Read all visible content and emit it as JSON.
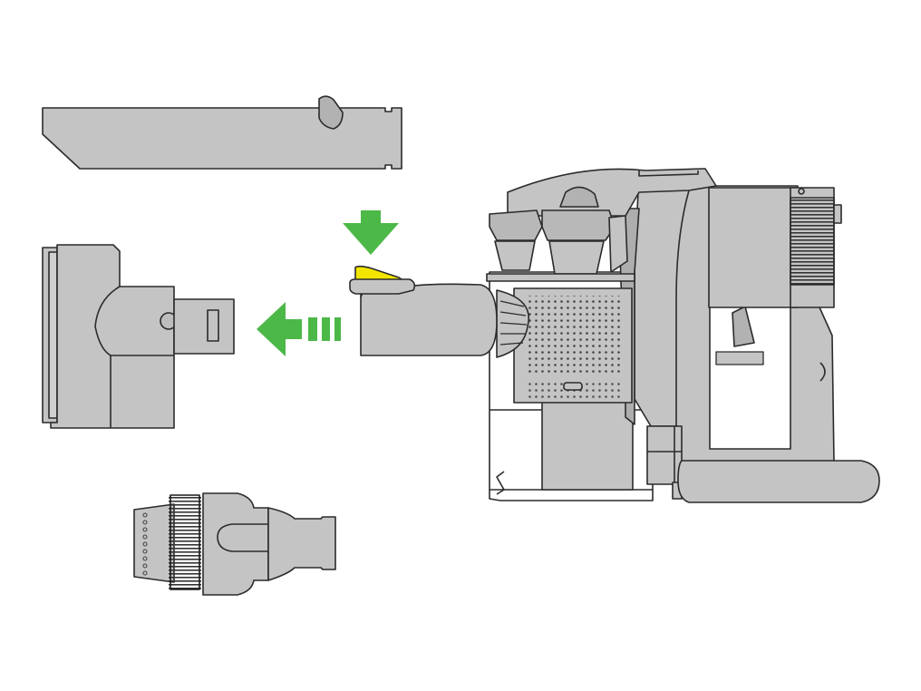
{
  "diagram": {
    "colors": {
      "background": "#ffffff",
      "part_fill": "#c4c4c4",
      "part_fill_dark": "#aeaeae",
      "outline": "#2b2b2b",
      "arrow": "#4cb848",
      "release_button": "#f2e600",
      "brush_bristles": "#1c1c1c"
    },
    "parts": [
      {
        "id": "crevice-tool",
        "icon": "crevice-tool-icon"
      },
      {
        "id": "mini-motorised-tool",
        "icon": "motor-head-icon"
      },
      {
        "id": "combination-brush-tool",
        "icon": "brush-tool-icon"
      },
      {
        "id": "handheld-vacuum",
        "icon": "vacuum-body-icon"
      },
      {
        "id": "release-catch",
        "icon": "release-button-icon",
        "color": "#f2e600"
      }
    ],
    "arrows": [
      {
        "id": "press-down",
        "direction": "down",
        "icon": "arrow-down-icon"
      },
      {
        "id": "pull-off",
        "direction": "left",
        "icon": "arrow-left-icon"
      }
    ]
  }
}
